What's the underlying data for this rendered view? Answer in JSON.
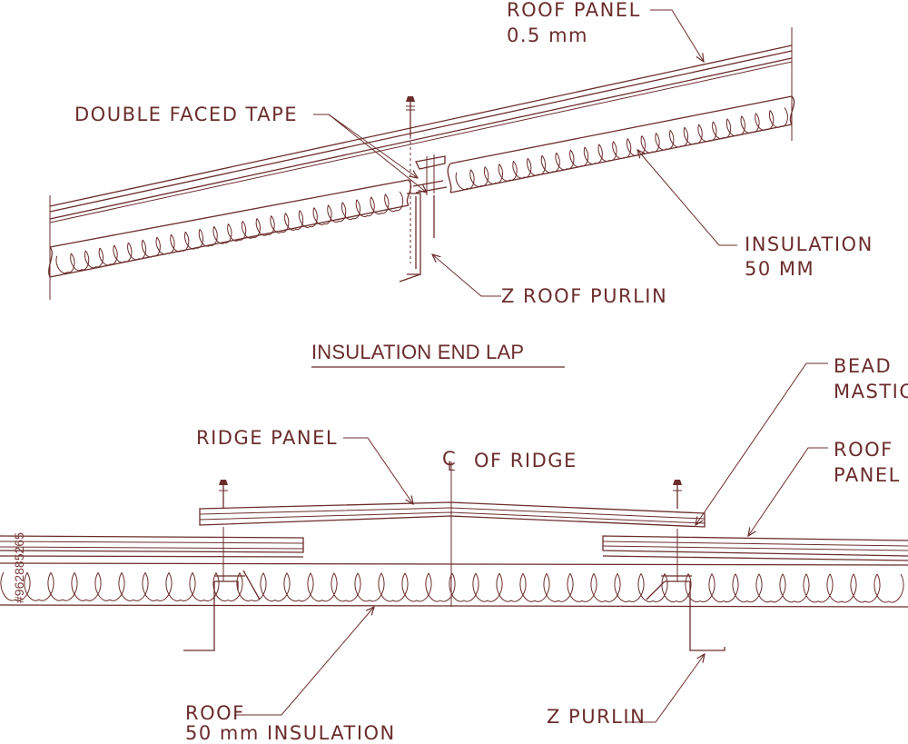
{
  "colors": {
    "line": "#6b2c2c",
    "background": "#ffffff"
  },
  "top_detail": {
    "roof_panel_label": "ROOF PANEL",
    "roof_panel_thickness": "0.5 mm",
    "tape_label": "DOUBLE FACED TAPE",
    "insulation_label": "INSULATION",
    "insulation_thickness": "50 MM",
    "purlin_label": "Z ROOF PURLIN"
  },
  "section_title": "INSULATION END LAP",
  "bottom_detail": {
    "bead_label": "BEAD",
    "mastic_label": "MASTIC",
    "ridge_panel_label": "RIDGE PANEL",
    "centerline_label": "OF RIDGE",
    "roof_panel_label_1": "ROOF",
    "roof_panel_label_2": "PANEL",
    "roof_insulation_label_1": "ROOF",
    "roof_insulation_label_2": "50 mm INSULATION",
    "purlin_label": "Z PURLIN"
  },
  "watermark": {
    "stock_id": "#962885265"
  }
}
